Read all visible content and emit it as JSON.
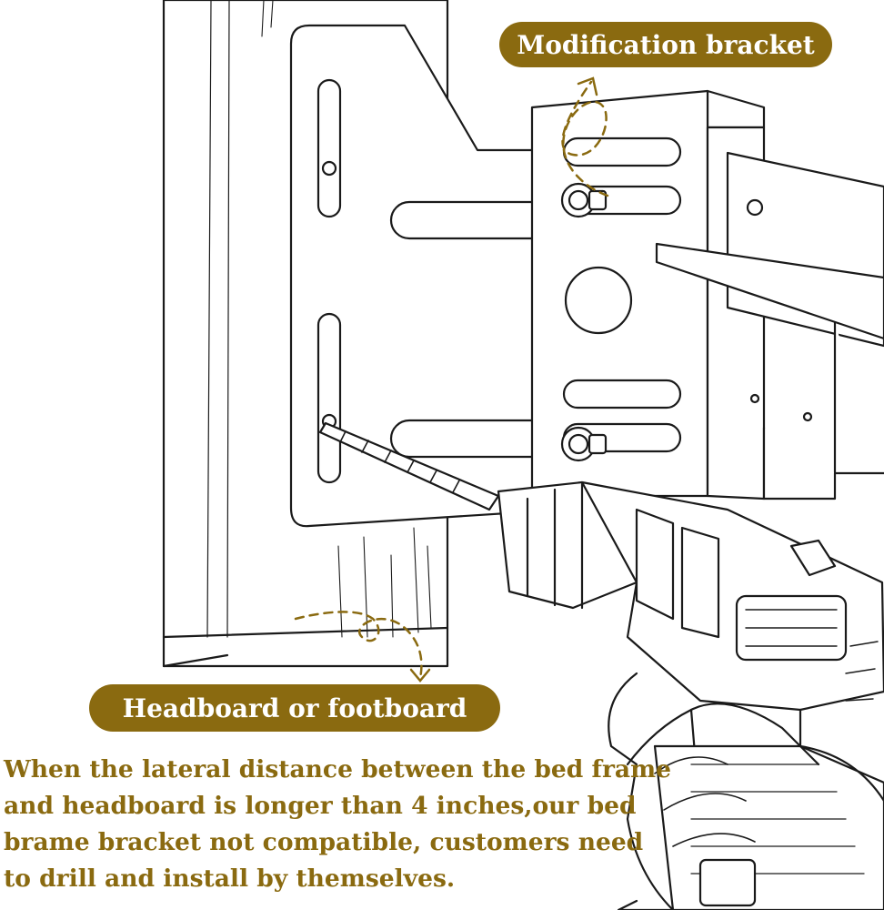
{
  "labels": {
    "top_pill": "Modification bracket",
    "bottom_pill": "Headboard or footboard"
  },
  "caption": {
    "lines": [
      "When the lateral distance between the bed frame",
      "and headboard is longer than 4 inches,our bed",
      "brame bracket not compatible, customers need",
      "to drill and install by themselves."
    ]
  },
  "colors": {
    "accent": "#8a6a10",
    "caption_text": "#8a6a10",
    "line_art": "#1a1a1a",
    "background": "#ffffff"
  },
  "icons": {
    "top_arrow": "curly-arrow-up-icon",
    "bottom_arrow": "curly-arrow-down-icon"
  }
}
